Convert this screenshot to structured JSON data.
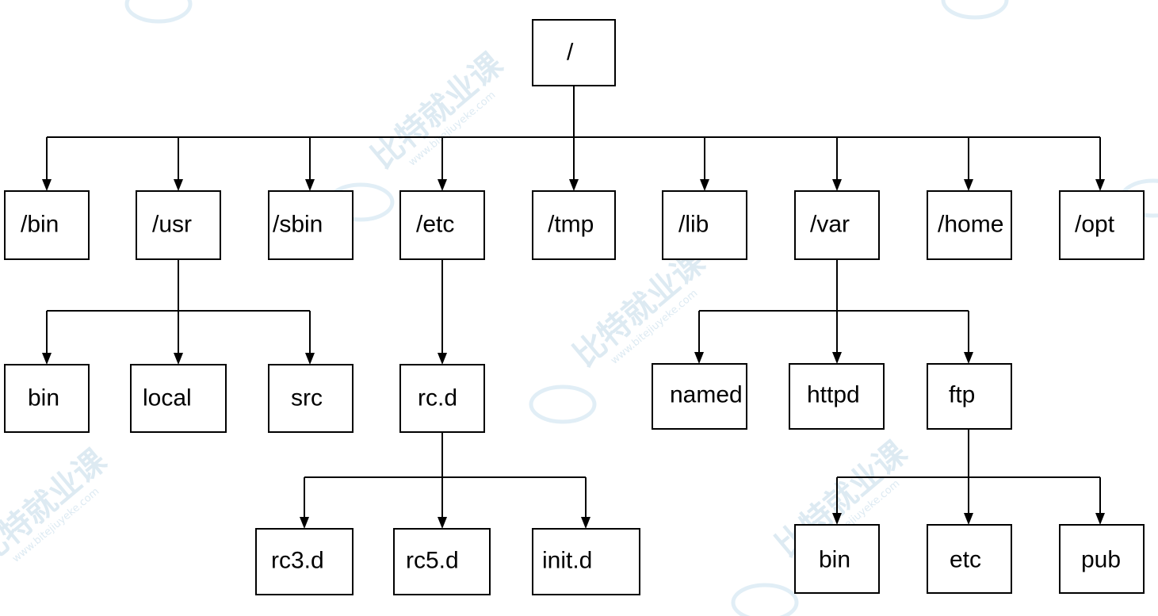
{
  "colors": {
    "line": "#000000",
    "box_fill": "#ffffff",
    "watermark": "#9fc4dc"
  },
  "watermark": {
    "brand": "比特就业课",
    "url": "www.bitejiuyeke.com"
  },
  "tree": {
    "label": "/",
    "children": [
      {
        "label": "/bin",
        "children": []
      },
      {
        "label": "/usr",
        "children": [
          {
            "label": "bin",
            "children": []
          },
          {
            "label": "local",
            "children": []
          },
          {
            "label": "src",
            "children": []
          }
        ]
      },
      {
        "label": "/sbin",
        "children": []
      },
      {
        "label": "/etc",
        "children": [
          {
            "label": "rc.d",
            "children": [
              {
                "label": "rc3.d",
                "children": []
              },
              {
                "label": "rc5.d",
                "children": []
              },
              {
                "label": "init.d",
                "children": []
              }
            ]
          }
        ]
      },
      {
        "label": "/tmp",
        "children": []
      },
      {
        "label": "/lib",
        "children": []
      },
      {
        "label": "/var",
        "children": [
          {
            "label": "named",
            "children": []
          },
          {
            "label": "httpd",
            "children": []
          },
          {
            "label": "ftp",
            "children": [
              {
                "label": "bin",
                "children": []
              },
              {
                "label": "etc",
                "children": []
              },
              {
                "label": "pub",
                "children": []
              }
            ]
          }
        ]
      },
      {
        "label": "/home",
        "children": []
      },
      {
        "label": "/opt",
        "children": []
      }
    ]
  }
}
